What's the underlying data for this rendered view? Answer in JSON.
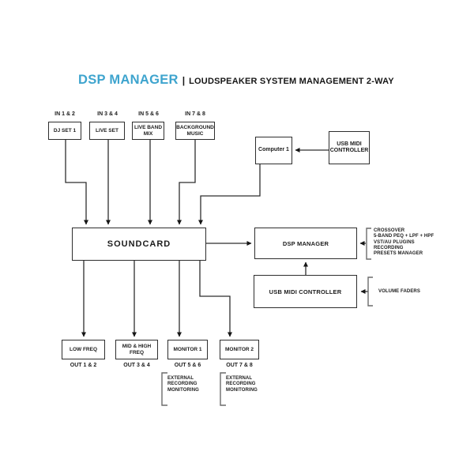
{
  "title": {
    "brand": "DSP MANAGER",
    "separator": "|",
    "subtitle": "LOUDSPEAKER SYSTEM MANAGEMENT 2-WAY"
  },
  "colors": {
    "brand_blue": "#3EA4CE",
    "line": "#2e2e2e"
  },
  "inputs": [
    {
      "port": "IN 1 & 2",
      "label": "DJ SET 1"
    },
    {
      "port": "IN 3 & 4",
      "label": "LIVE SET"
    },
    {
      "port": "IN 5 & 6",
      "label": "LIVE BAND MIX"
    },
    {
      "port": "IN 7 & 8",
      "label": "BACKGROUND MUSIC"
    }
  ],
  "computer": {
    "label": "Computer 1"
  },
  "usb_midi_top": {
    "label": "USB MIDI CONTROLLER"
  },
  "soundcard": {
    "label": "SOUNDCARD"
  },
  "dsp_manager": {
    "label": "DSP MANAGER",
    "features": [
      "CROSSOVER",
      "5-BAND PEQ + LPF + HPF",
      "VST/AU PLUGINS",
      "RECORDING",
      "PRESETS MANAGER"
    ]
  },
  "usb_midi_bottom": {
    "label": "USB MIDI CONTROLLER",
    "annotation": "VOLUME FADERS"
  },
  "outputs": [
    {
      "label": "LOW FREQ",
      "port": "OUT 1 & 2"
    },
    {
      "label": "MID & HIGH FREQ",
      "port": "OUT 3 & 4"
    },
    {
      "label": "MONITOR 1",
      "port": "OUT 5 & 6"
    },
    {
      "label": "MONITOR 2",
      "port": "OUT 7 & 8"
    }
  ],
  "monitor_notes": [
    {
      "text": "EXTERNAL RECORDING MONITORING"
    },
    {
      "text": "EXTERNAL RECORDING MONITORING"
    }
  ]
}
